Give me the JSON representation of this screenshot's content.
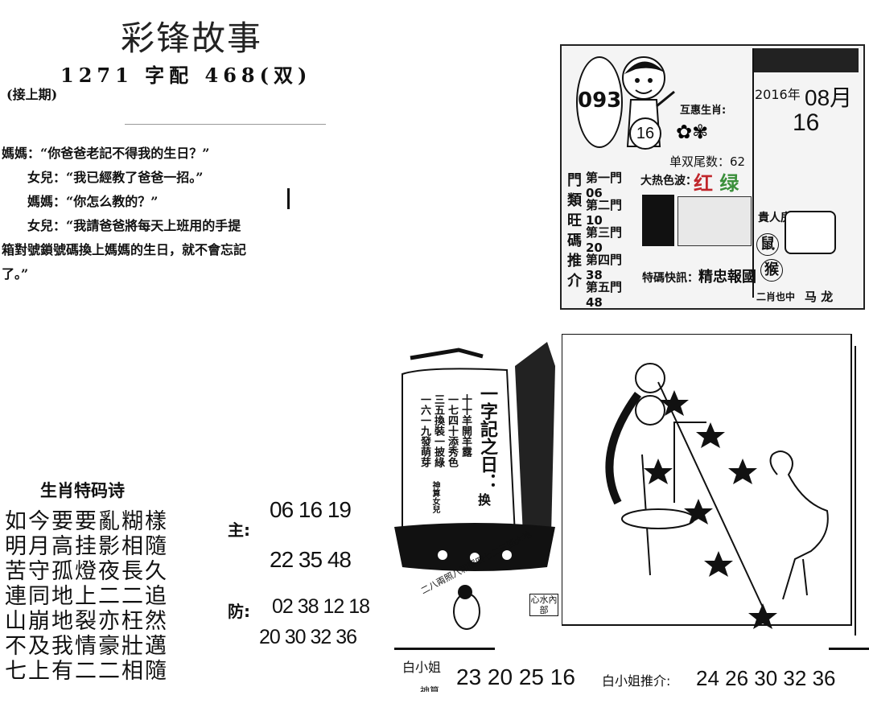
{
  "header": {
    "title": "彩锋故事",
    "issue": "1271 字配 468(双)",
    "continued": "(接上期)"
  },
  "story": {
    "lines": [
      "媽媽：“你爸爸老記不得我的生日？”",
      "　　女兒：“我已經教了爸爸一招。”",
      "　　媽媽：“你怎么教的？”",
      "　　女兒：“我請爸爸將每天上班用的手提",
      "箱對號鎖號碼換上媽媽的生日，就不會忘記",
      "了。”"
    ]
  },
  "lottery_card": {
    "issue_no": "093",
    "boy_number": "16",
    "zodiac_label": "互惠生肖:",
    "tail_label": "单双尾数：62",
    "color_label": "大热色波：",
    "colors": [
      "红",
      "绿"
    ],
    "colors_hex": {
      "red": "#c0262b",
      "green": "#3a8f3a"
    },
    "year": "2016年",
    "month": "08月",
    "day": "16",
    "side_heading_chars": [
      "門",
      "類",
      "旺",
      "碼",
      "推",
      "介"
    ],
    "doors": [
      {
        "label": "第一門",
        "value": "06"
      },
      {
        "label": "第二門",
        "value": "10"
      },
      {
        "label": "第三門",
        "value": "20"
      },
      {
        "label": "第四門",
        "value": "38"
      },
      {
        "label": "第五門",
        "value": "48"
      }
    ],
    "special_label": "特碼快訊：",
    "special_text": "精忠報國",
    "noble_label": "貴人房",
    "zodiac_animals": [
      "鼠",
      "猴"
    ],
    "bottom_label": "二肖也中",
    "bottom_animals": "马 龙"
  },
  "poem": {
    "title": "生肖特码诗",
    "lines": [
      "如今要要亂糊樣",
      "明月高挂影相隨",
      "苦守孤燈夜長久",
      "連同地上二二追",
      "山崩地裂亦枉然",
      "不及我情豪壯邁",
      "七上有二二相隨"
    ],
    "main_label": "主:",
    "main_numbers_1": "06 16 19",
    "main_numbers_2": "22 35 48",
    "guard_label": "防:",
    "guard_numbers_1": "02 38 12 18",
    "guard_numbers_2": "20 30 32 36"
  },
  "ship": {
    "heading": "一字記之日：",
    "heading_end": "换",
    "verses": [
      "十十羊開羊露",
      "一七四十添秀色",
      "三五換裝一披綠",
      "一六一九發萌芽"
    ],
    "author": "神算女兒",
    "bottom_text": "二八兩照八和照四七二三回大地",
    "corner_label": "心水內部"
  },
  "footer": {
    "miss_label": "白小姐",
    "sub_label": "神算",
    "miss_numbers": "23 20 25 16",
    "recommend_label": "白小姐推介:",
    "recommend_numbers": "24 26 30 32 36"
  }
}
